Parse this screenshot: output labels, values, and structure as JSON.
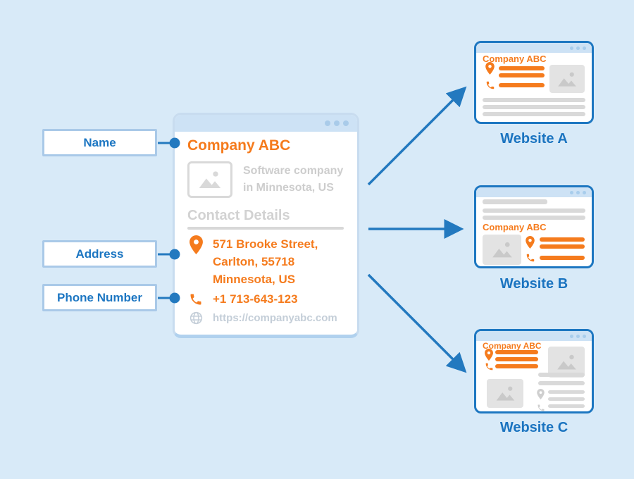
{
  "labels": {
    "name": "Name",
    "address": "Address",
    "phone": "Phone Number"
  },
  "card": {
    "company_name": "Company ABC",
    "description": [
      "Software company",
      "in Minnesota, US"
    ],
    "section_title": "Contact Details",
    "address_lines": [
      "571 Brooke Street,",
      "Carlton, 55718",
      "Minnesota, US"
    ],
    "phone": "+1 713-643-123",
    "website_url": "https://companyabc.com"
  },
  "websites": [
    {
      "caption": "Website A",
      "company_name": "Company ABC"
    },
    {
      "caption": "Website B",
      "company_name": "Company ABC"
    },
    {
      "caption": "Website C",
      "company_name": "Company ABC"
    }
  ],
  "icons": {
    "location_pin": "location-pin-icon",
    "phone": "phone-icon",
    "globe": "globe-icon",
    "image_placeholder": "image-placeholder-icon",
    "window_dots": "window-dots-icon"
  },
  "colors": {
    "background": "#d8eaf8",
    "accent_blue": "#1d77c1",
    "accent_orange": "#f57b1d",
    "bar_gray": "#d9d9d9",
    "muted_gray": "#cfcfcf"
  }
}
